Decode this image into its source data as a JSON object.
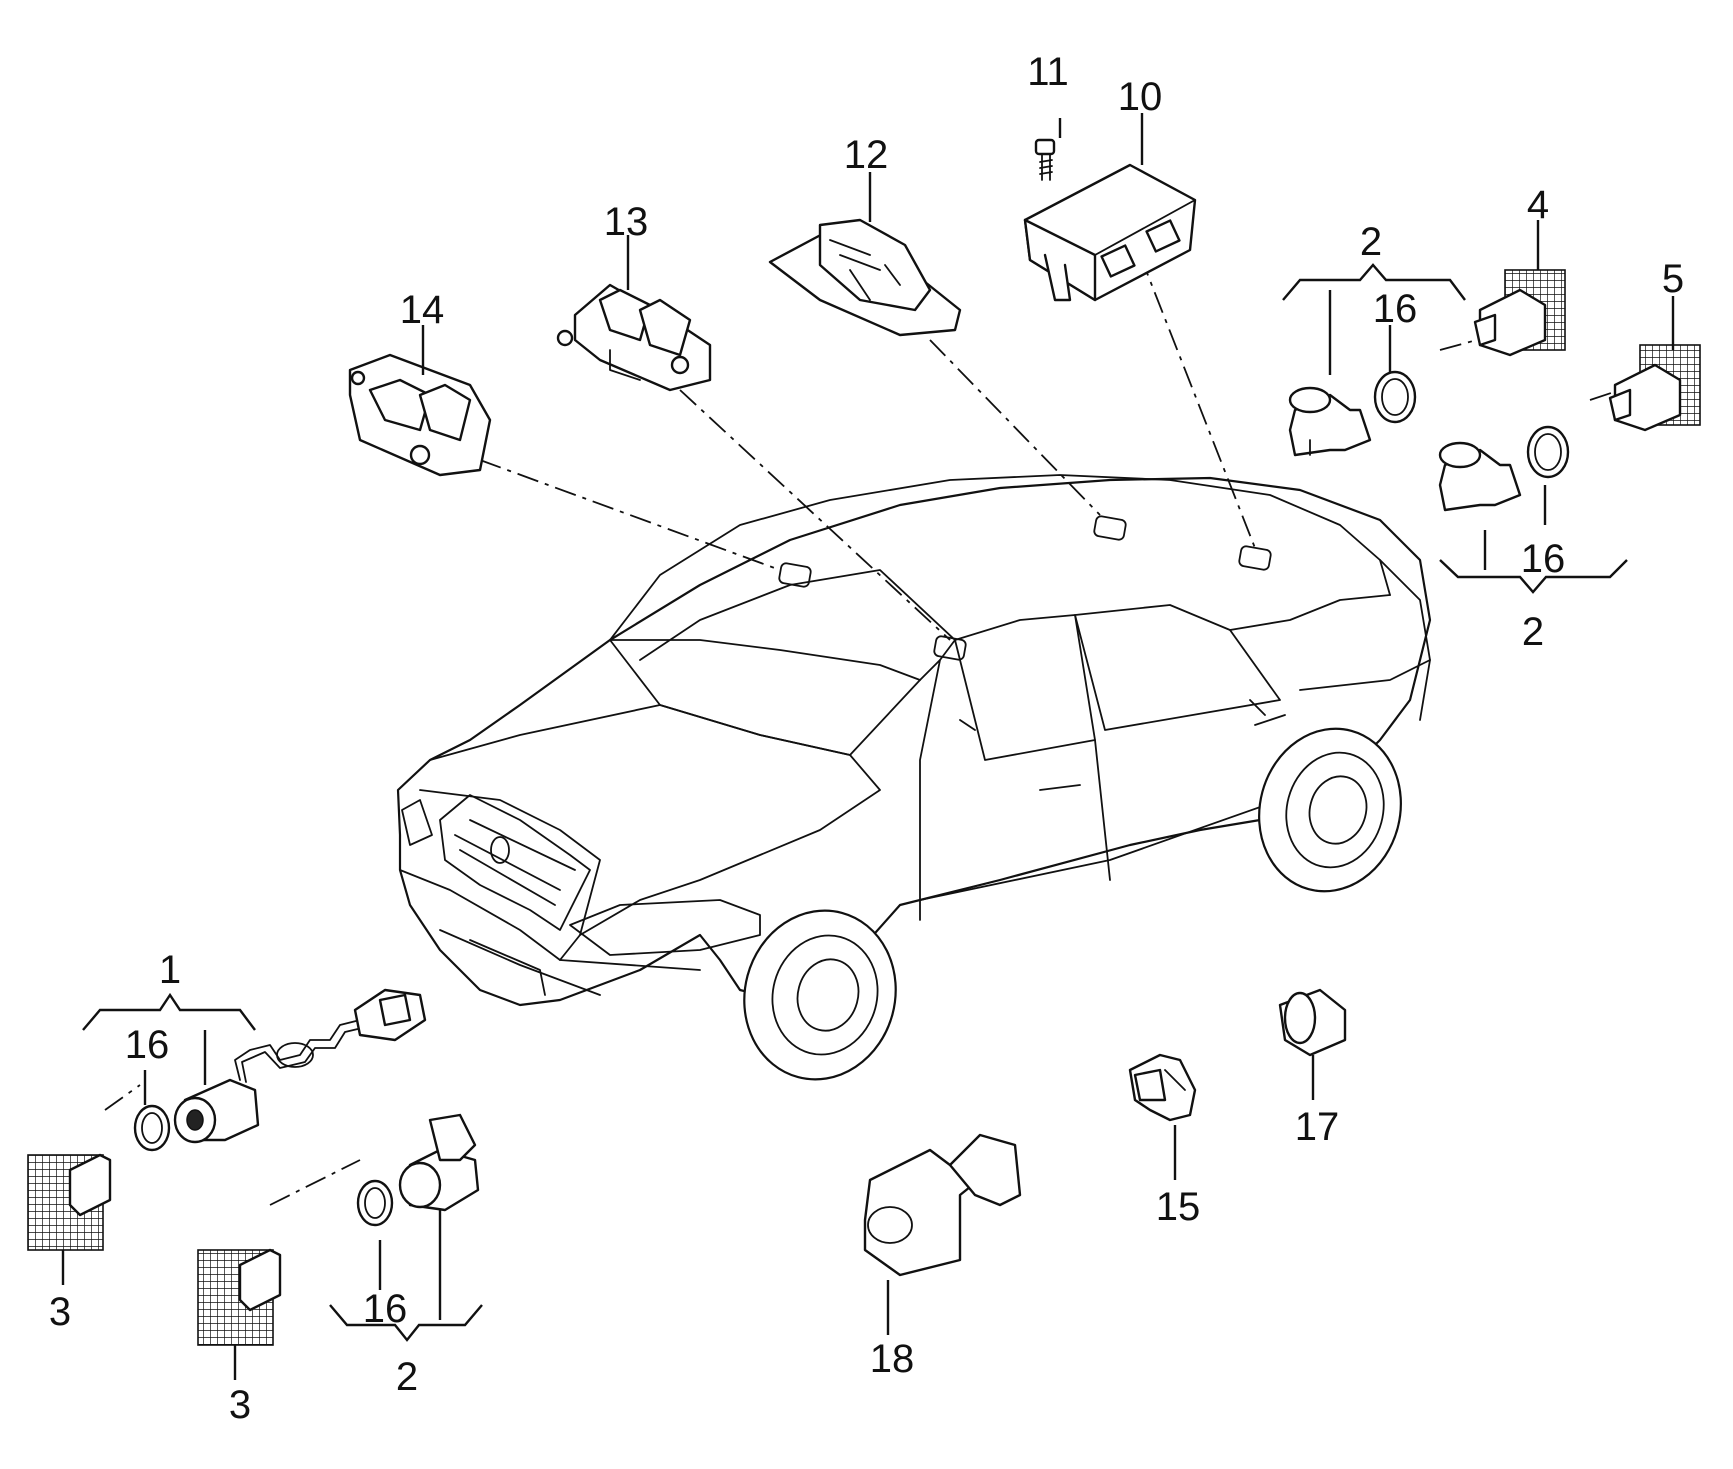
{
  "labels": {
    "l1": "1",
    "l2_front": "2",
    "l2_rear_upper": "2",
    "l2_rear_lower": "2",
    "l3_a": "3",
    "l3_b": "3",
    "l4": "4",
    "l5": "5",
    "l10": "10",
    "l11": "11",
    "l12": "12",
    "l13": "13",
    "l14": "14",
    "l15": "15",
    "l16_a": "16",
    "l16_b": "16",
    "l16_c": "16",
    "l16_d": "16",
    "l17": "17",
    "l18": "18"
  },
  "colors": {
    "line": "#111111",
    "background": "#ffffff"
  }
}
